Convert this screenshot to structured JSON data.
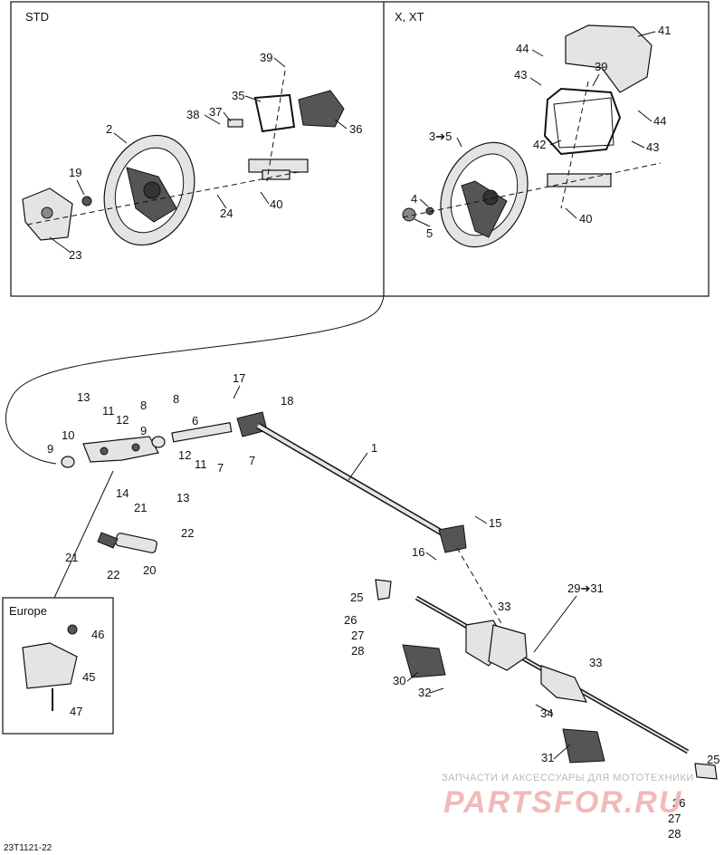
{
  "boxes": {
    "std": "STD",
    "xxt": "X, XT",
    "europe": "Europe"
  },
  "labels": {
    "l39a": "39",
    "l35": "35",
    "l38": "38",
    "l37": "37",
    "l36": "36",
    "l2": "2",
    "l19": "19",
    "l24": "24",
    "l40a": "40",
    "l23": "23",
    "l44a": "44",
    "l41": "41",
    "l43a": "43",
    "l39b": "39",
    "l44b": "44",
    "l3to5": "3➔5",
    "l42": "42",
    "l43b": "43",
    "l4": "4",
    "l5": "5",
    "l40b": "40",
    "l17": "17",
    "l13a": "13",
    "l11a": "11",
    "l12a": "12",
    "l8a": "8",
    "l8b": "8",
    "l18": "18",
    "l6": "6",
    "l10": "10",
    "l9a": "9",
    "l9b": "9",
    "l12b": "12",
    "l11b": "11",
    "l7a": "7",
    "l7b": "7",
    "l14": "14",
    "l13b": "13",
    "l1": "1",
    "l21a": "21",
    "l21b": "21",
    "l22a": "22",
    "l22b": "22",
    "l20": "20",
    "l15": "15",
    "l16": "16",
    "l25a": "25",
    "l29to31": "29➔31",
    "l33a": "33",
    "l33b": "33",
    "l26a": "26",
    "l27a": "27",
    "l28a": "28",
    "l30": "30",
    "l32": "32",
    "l34": "34",
    "l31": "31",
    "l25b": "25",
    "l26b": "26",
    "l27b": "27",
    "l28b": "28",
    "l46": "46",
    "l45": "45",
    "l47": "47"
  },
  "reference": "23T1121-22",
  "watermark": {
    "line1": "ЗАПЧАСТИ И АКСЕССУАРЫ ДЛЯ МОТОТЕХНИКИ",
    "line2": "PARTSFOR.RU"
  },
  "colors": {
    "ink": "#111111",
    "part_fill": "#e4e4e4",
    "watermark_red": "#f2b9b9"
  }
}
